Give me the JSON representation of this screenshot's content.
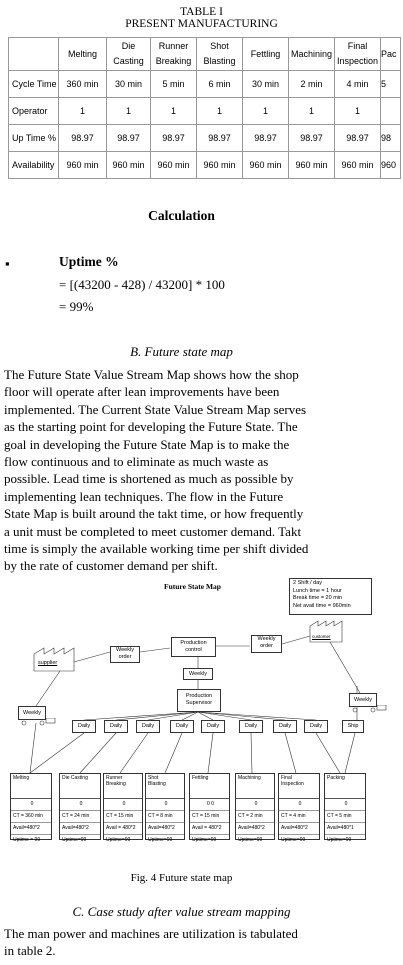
{
  "table": {
    "caption_line1": "TABLE I",
    "caption_line2": "PRESENT MANUFACTURING",
    "columns": [
      "Melting",
      "Die Casting",
      "Runner Breaking",
      "Shot Blasting",
      "Fettling",
      "Machining",
      "Final Inspection",
      "Pac"
    ],
    "rows": [
      {
        "label": "Cycle Time",
        "cells": [
          "360 min",
          "30 min",
          "5 min",
          "6 min",
          "30 min",
          "2 min",
          "4 min",
          "5"
        ]
      },
      {
        "label": "Operator",
        "cells": [
          "1",
          "1",
          "1",
          "1",
          "1",
          "1",
          "1",
          ""
        ]
      },
      {
        "label": "Up Time %",
        "cells": [
          "98.97",
          "98.97",
          "98.97",
          "98.97",
          "98.97",
          "98.97",
          "98.97",
          "98"
        ]
      },
      {
        "label": "Availability",
        "cells": [
          "960 min",
          "960 min",
          "960 min",
          "960 min",
          "960 min",
          "960 min",
          "960 min",
          "960"
        ]
      }
    ]
  },
  "calc": {
    "heading": "Calculation",
    "bullet": "▪",
    "item_title": "Uptime %",
    "formula": "= [(43200 - 428) / 43200] * 100",
    "result": "= 99%"
  },
  "section_b": {
    "heading": "B. Future state map",
    "paragraph": [
      "The Future State Value Stream Map shows how the shop",
      "floor will operate after lean improvements have been",
      "implemented. The Current State Value Stream Map serves",
      "as the starting point for developing the Future State. The",
      "goal in developing the Future State Map is to make the",
      "flow continuous and to eliminate as much waste as",
      "possible. Lead time is shortened as much as possible by",
      "implementing lean techniques. The flow in the Future",
      "State Map is built around the takt time, or how frequently",
      "a unit must be completed to meet customer demand. Takt",
      "time is simply the available working time per shift divided",
      "by the rate of customer demand per shift."
    ]
  },
  "figure": {
    "title": "Future State Map",
    "shift_info": [
      "2 Shift / day",
      "Lunch time = 1 hour",
      "Break time = 20 min",
      "Net avail time = 960min"
    ],
    "supplier": "supplier",
    "customer": "customer",
    "weekly_order_left": [
      "Weekly",
      "order"
    ],
    "production_control": [
      "Production",
      "control"
    ],
    "weekly_order_right": [
      "Weekly",
      "order"
    ],
    "weekly_mid": "Weekly",
    "production_supervisor": [
      "Production",
      "Supervisor"
    ],
    "weekly_truck_left": "Weekly",
    "weekly_truck_right": "Weekly",
    "daily_labels": [
      "Daily",
      "Daily",
      "Daily",
      "Daily",
      "Daily",
      "Daily",
      "Daily",
      "Daily"
    ],
    "ship": "Ship",
    "processes": [
      {
        "name": [
          "Melting",
          ""
        ],
        "op": "0",
        "ct": "CT = 360 min",
        "avail": "Avail=480*2",
        "up": "Uptime = 99"
      },
      {
        "name": [
          "Die Casting",
          ""
        ],
        "op": "0",
        "ct": "CT = 24 min",
        "avail": "Avail=480*2",
        "up": "Uptime=99"
      },
      {
        "name": [
          "Runner",
          "Breaking"
        ],
        "op": "0",
        "ct": "CT = 15 min",
        "avail": "Avail = 480*2",
        "up": "Uptime=99"
      },
      {
        "name": [
          "Shot",
          "Blasting"
        ],
        "op": "0",
        "ct": "CT = 8 min",
        "avail": "Avail=480*2",
        "up": "Uptime=99"
      },
      {
        "name": [
          "Fettling",
          ""
        ],
        "op": "0 0",
        "ct": "CT = 15 min",
        "avail": "Avail = 480*2",
        "up": "Uptime=99"
      },
      {
        "name": [
          "Machining",
          ""
        ],
        "op": "0",
        "ct": "CT = 2 min",
        "avail": "Avail=480*2",
        "up": "Uptime=99"
      },
      {
        "name": [
          "Final",
          "Inspection"
        ],
        "op": "0",
        "ct": "CT = 4 min",
        "avail": "Avail=480*2",
        "up": "Uptime=99"
      },
      {
        "name": [
          "Packing",
          ""
        ],
        "op": "0",
        "ct": "CT = 5 min",
        "avail": "Avail=480*1",
        "up": "Uptime=99"
      }
    ],
    "caption": "Fig. 4 Future state map"
  },
  "section_c": {
    "heading": "C. Case study after value stream mapping",
    "paragraph": [
      "The man power and machines are utilization is tabulated",
      "in table 2."
    ]
  }
}
